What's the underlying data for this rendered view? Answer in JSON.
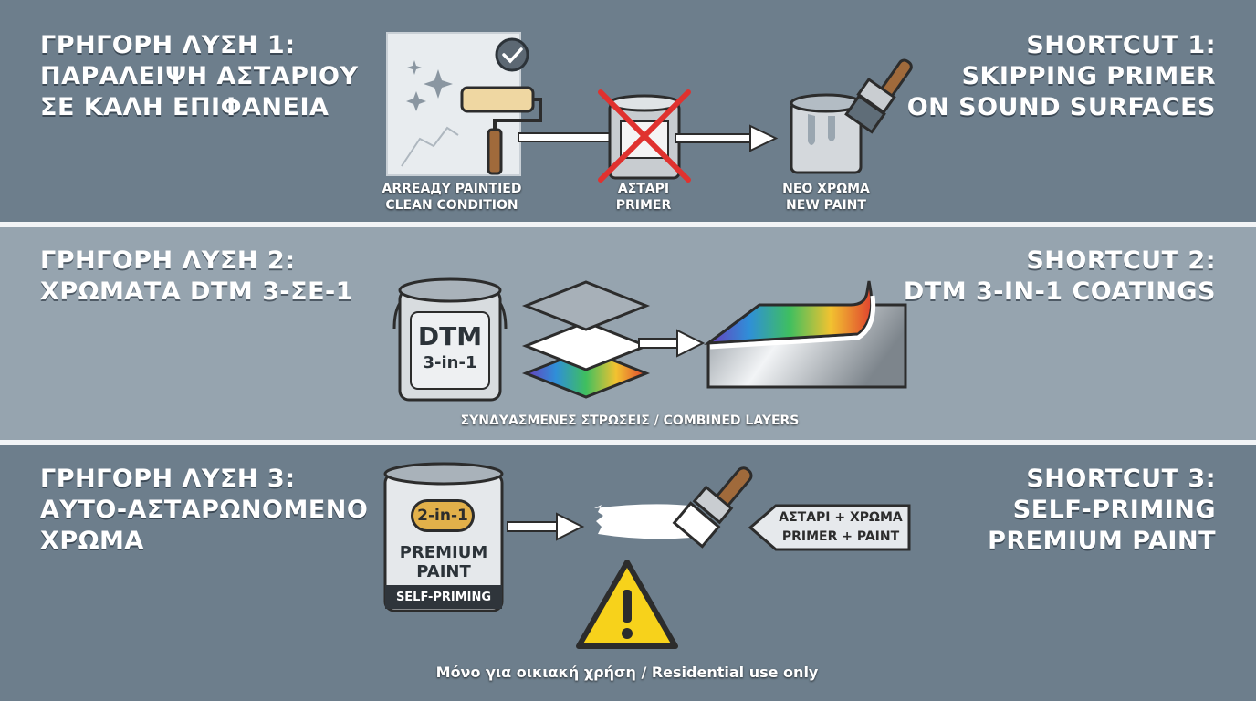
{
  "section1": {
    "left_title": [
      "ΓΡΗΓΟΡΗ ΛΥΣΗ 1:",
      "ΠΑΡΑΛΕΙΨΗ ΑΣΤΑΡΙΟΥ",
      "ΣΕ ΚΑΛΗ ΕΠΙΦΑΝΕΙΑ"
    ],
    "right_title": [
      "SHORTCUT 1:",
      "SKIPPING PRIMER",
      "ON SOUND SURFACES"
    ],
    "step1_label": [
      "ARREAДY PAINTIED",
      "CLEAN  CONDITION"
    ],
    "step2_label": [
      "ΑΣΤΑΡΙ",
      "PRIMER"
    ],
    "step3_label": [
      "ΝΕΟ ΧΡΩΜΑ",
      "NEW PAINT"
    ]
  },
  "section2": {
    "left_title": [
      "ΓΡΗΓΟΡΗ ΛΥΣΗ 2:",
      "ΧΡΩΜΑΤΑ DTM 3-ΣΕ-1"
    ],
    "right_title": [
      "SHORTCUT 2:",
      "DTM 3-IN-1 COATINGS"
    ],
    "can_label": [
      "DTM",
      "3-in-1"
    ],
    "caption": "ΣΥΝΔΥΑΣΜΕΝΕΣ ΣΤΡΩΣΕΙΣ / COMBINED LAYERS"
  },
  "section3": {
    "left_title": [
      "ΓΡΗΓΟΡΗ ΛΥΣΗ 3:",
      "ΑΥΤΟ-ΑΣΤΑΡΩΝΟΜΕΝΟ",
      "ΧΡΩΜΑ"
    ],
    "right_title": [
      "SHORTCUT 3:",
      "SELF-PRIMING",
      "PREMIUM PAINT"
    ],
    "can_badge": "2-in-1",
    "can_label": [
      "PREMIUM",
      "PAINT"
    ],
    "can_band": "SELF-PRIMING",
    "tag_label": [
      "ΑΣΤΑΡΙ + ΧΡΩΜΑ",
      "PRIMER + PAINT"
    ],
    "warning_caption": "Μόνο για οικιακή χρήση / Residential use only"
  },
  "icons": [
    "check-icon",
    "sparkle-icon",
    "paint-roller-icon",
    "cross-icon",
    "paint-can-icon",
    "paintbrush-icon",
    "arrow-right-icon",
    "warning-icon"
  ],
  "colors": {
    "band_dark": "#6d7e8c",
    "band_light": "#96a4af",
    "separator": "#f2f4f6",
    "cross_red": "#e0322f",
    "warning_yellow": "#f7d21b",
    "badge_gold": "#e2b04a"
  }
}
